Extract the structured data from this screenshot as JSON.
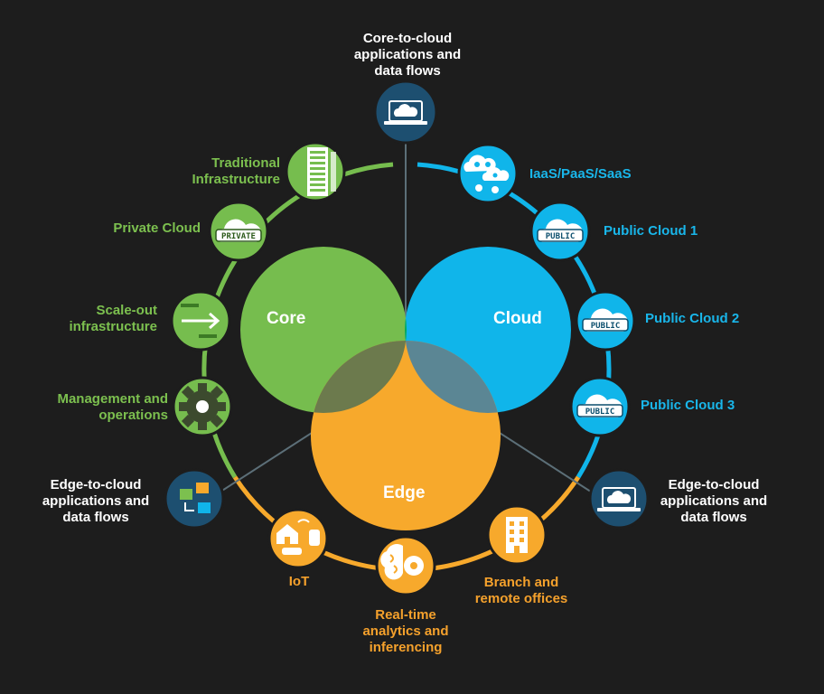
{
  "venn": {
    "core": "Core",
    "cloud": "Cloud",
    "edge": "Edge"
  },
  "colors": {
    "core": "#76bd4e",
    "cloud": "#10b5ea",
    "edge": "#f7a92c",
    "edge_to_cloud_icon": "#1d4f70",
    "background": "#1d1d1d"
  },
  "top": {
    "label": "Core-to-cloud applications and data flows",
    "icon": "laptop-cloud-icon"
  },
  "core_items": [
    {
      "label": "Traditional Infrastructure",
      "icon": "server-rack-icon"
    },
    {
      "label": "Private Cloud",
      "icon": "private-cloud-icon",
      "badge": "PRIVATE"
    },
    {
      "label": "Scale-out infrastructure",
      "icon": "scale-out-arrow-icon"
    },
    {
      "label": "Management and operations",
      "icon": "gear-icon"
    }
  ],
  "cloud_items": [
    {
      "label": "IaaS/PaaS/SaaS",
      "icon": "cloud-services-icon"
    },
    {
      "label": "Public Cloud 1",
      "icon": "public-cloud-icon",
      "badge": "PUBLIC"
    },
    {
      "label": "Public Cloud 2",
      "icon": "public-cloud-icon",
      "badge": "PUBLIC"
    },
    {
      "label": "Public Cloud 3",
      "icon": "public-cloud-icon",
      "badge": "PUBLIC"
    }
  ],
  "edge_items": [
    {
      "label": "IoT",
      "icon": "iot-devices-icon"
    },
    {
      "label": "Real-time analytics and inferencing",
      "icon": "brain-gear-icon"
    },
    {
      "label": "Branch and remote offices",
      "icon": "office-building-icon"
    }
  ],
  "edge_to_cloud_left": {
    "label": "Edge-to-cloud applications and data flows",
    "icon": "data-transfer-icon"
  },
  "edge_to_cloud_right": {
    "label": "Edge-to-cloud applications and data flows",
    "icon": "laptop-cloud-icon"
  }
}
